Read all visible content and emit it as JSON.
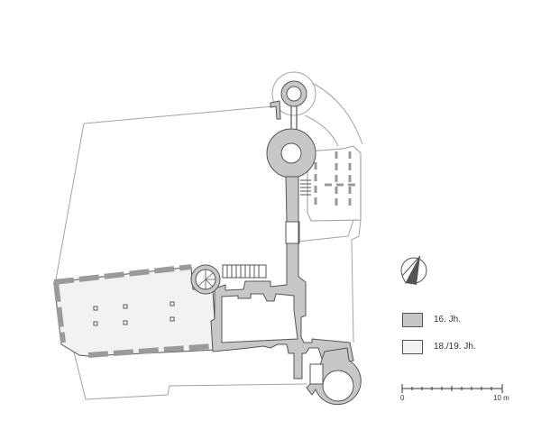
{
  "colors": {
    "phase_16": "#c7c7c7",
    "phase_18_19": "#f2f2f2",
    "outline": "#8f8f8f",
    "wall_stroke": "#555555"
  },
  "legend": {
    "items": [
      {
        "label": "16. Jh.",
        "color_key": "phase_16"
      },
      {
        "label": "18./19. Jh.",
        "color_key": "phase_18_19"
      }
    ]
  },
  "scale_bar": {
    "start_label": "0",
    "end_label": "10 m"
  },
  "north_arrow": {
    "icon": "north-arrow-icon"
  }
}
